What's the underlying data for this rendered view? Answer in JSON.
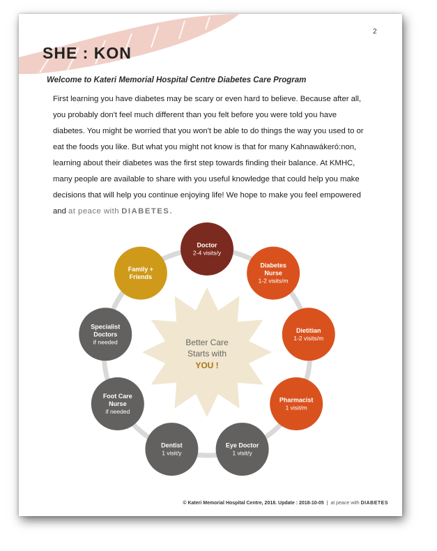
{
  "page": {
    "number": "2",
    "title": "SHE : KON",
    "welcome": "Welcome to Kateri Memorial Hospital Centre Diabetes Care Program",
    "intro": "First learning you have diabetes may be scary or even hard to believe.  Because after all, you probably don't feel much different than you felt before you were told you have diabetes.  You might be worried that you won't be able to do things the way you used to or eat the foods you like. But what you might not know is that for many Kahnawákeró:non, learning about their diabetes was the first step towards finding their balance.  At KMHC, many people are available to share with you useful knowledge that could help you make decisions that will help you continue enjoying life!  We hope to make you feel empowered and ",
    "tagline_peace": "at peace with",
    "tagline_diabetes": "DIABETES",
    "tagline_end": "."
  },
  "diagram": {
    "center": {
      "line1": "Better Care",
      "line2": "Starts with",
      "line3": "YOU !"
    },
    "nodes": [
      {
        "id": "doctor",
        "title1": "Doctor",
        "title2": "",
        "sub": "2-4 visits/y",
        "color": "#7b2a1f"
      },
      {
        "id": "diabetes-nurse",
        "title1": "Diabetes",
        "title2": "Nurse",
        "sub": "1-2 visits/m",
        "color": "#d9521e"
      },
      {
        "id": "dietitian",
        "title1": "Dietitian",
        "title2": "",
        "sub": "1-2 visits/m",
        "color": "#d9521e"
      },
      {
        "id": "pharmacist",
        "title1": "Pharmacist",
        "title2": "",
        "sub": "1 visit/m",
        "color": "#d9521e"
      },
      {
        "id": "eye-doctor",
        "title1": "Eye Doctor",
        "title2": "",
        "sub": "1 visit/y",
        "color": "#636060"
      },
      {
        "id": "dentist",
        "title1": "Dentist",
        "title2": "",
        "sub": "1 visit/y",
        "color": "#636060"
      },
      {
        "id": "foot-care-nurse",
        "title1": "Foot Care",
        "title2": "Nurse",
        "sub": "if needed",
        "color": "#636060"
      },
      {
        "id": "specialist-doctors",
        "title1": "Specialist",
        "title2": "Doctors",
        "sub": "if needed",
        "color": "#636060"
      },
      {
        "id": "family-friends",
        "title1": "Family +",
        "title2": "Friends",
        "sub": "",
        "color": "#cf9a1a"
      }
    ],
    "colors": {
      "ring": "#d9d9d9",
      "star": "#f1e6cf",
      "center_text": "#666666",
      "you": "#a8761a"
    }
  },
  "footer": {
    "copyright": "© Kateri Memorial Hospital Centre, 2018. Update : 2018-10-05",
    "separator": "|",
    "peace": "at peace with",
    "diabetes": "DIABETES"
  }
}
